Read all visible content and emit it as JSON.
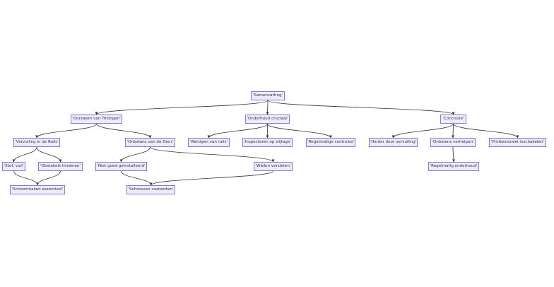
{
  "diagram": {
    "colors": {
      "node_fill": "#ececff",
      "node_border": "#9370db",
      "edge": "#333333",
      "text": "#333333"
    },
    "nodes": [
      {
        "id": "samenvatting",
        "label": "'Samenvatting'"
      },
      {
        "id": "oorzaken",
        "label": "'Oorzaken van Trillingen'"
      },
      {
        "id": "onderhoud",
        "label": "'Onderhoud cruciaal'"
      },
      {
        "id": "conclusie",
        "label": "'Conclusie'"
      },
      {
        "id": "vervuiling",
        "label": "'Vervuiling in de Rails'"
      },
      {
        "id": "onbalans-deur",
        "label": "'Onbalans van de Deur'"
      },
      {
        "id": "reinigen",
        "label": "'Reinigen van rails'"
      },
      {
        "id": "inspecteren",
        "label": "'Inspecteren op slijtage'"
      },
      {
        "id": "regelmatige-controles",
        "label": "'Regelmatige controles'"
      },
      {
        "id": "hinder",
        "label": "'Hinder door vervuiling'"
      },
      {
        "id": "onbalans-verhelpen",
        "label": "'Onbalans verhelpen'"
      },
      {
        "id": "professioneel",
        "label": "'Professioneel inschakelen'"
      },
      {
        "id": "stof",
        "label": "'Stof, vuil'"
      },
      {
        "id": "obstakels",
        "label": "'Obstakels hinderen'"
      },
      {
        "id": "niet-goed",
        "label": "'Niet goed geïnstalleerd'"
      },
      {
        "id": "wielen",
        "label": "'Wielen versleten'"
      },
      {
        "id": "regelmatig-onderhoud",
        "label": "'Regelmatig onderhoud'"
      },
      {
        "id": "schoonmaken",
        "label": "'Schoonmaken essentieel'"
      },
      {
        "id": "schroeven",
        "label": "'Schroeven vastzetten'"
      }
    ],
    "edges": [
      {
        "from": "samenvatting",
        "to": "oorzaken"
      },
      {
        "from": "samenvatting",
        "to": "onderhoud"
      },
      {
        "from": "samenvatting",
        "to": "conclusie"
      },
      {
        "from": "oorzaken",
        "to": "vervuiling"
      },
      {
        "from": "oorzaken",
        "to": "onbalans-deur"
      },
      {
        "from": "onderhoud",
        "to": "reinigen"
      },
      {
        "from": "onderhoud",
        "to": "inspecteren"
      },
      {
        "from": "onderhoud",
        "to": "regelmatige-controles"
      },
      {
        "from": "conclusie",
        "to": "hinder"
      },
      {
        "from": "conclusie",
        "to": "onbalans-verhelpen"
      },
      {
        "from": "conclusie",
        "to": "professioneel"
      },
      {
        "from": "vervuiling",
        "to": "stof"
      },
      {
        "from": "vervuiling",
        "to": "obstakels"
      },
      {
        "from": "onbalans-deur",
        "to": "niet-goed"
      },
      {
        "from": "onbalans-deur",
        "to": "wielen"
      },
      {
        "from": "onbalans-verhelpen",
        "to": "regelmatig-onderhoud"
      },
      {
        "from": "stof",
        "to": "schoonmaken"
      },
      {
        "from": "obstakels",
        "to": "schoonmaken"
      },
      {
        "from": "niet-goed",
        "to": "schroeven"
      },
      {
        "from": "wielen",
        "to": "schroeven"
      }
    ]
  }
}
